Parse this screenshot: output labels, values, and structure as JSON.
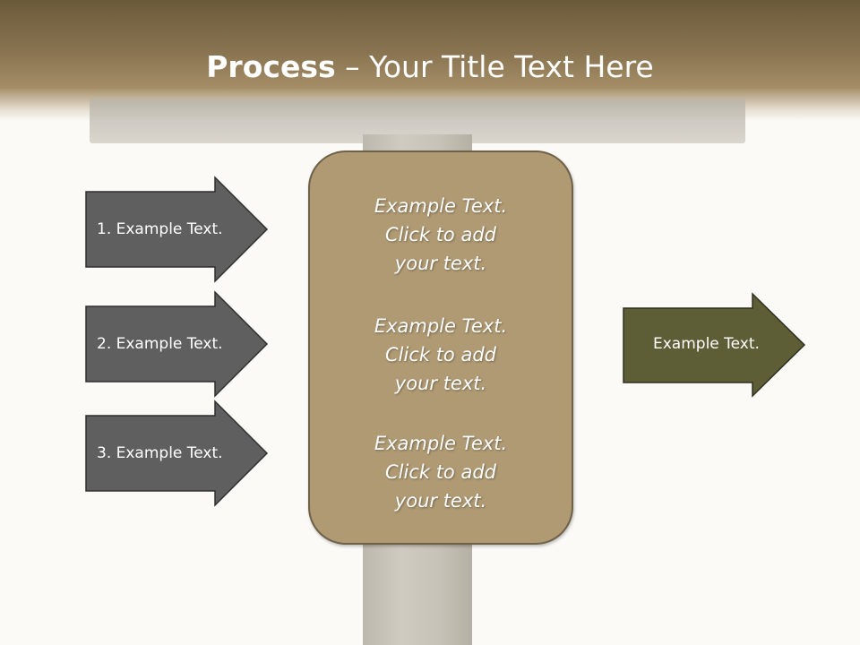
{
  "title": {
    "bold": "Process",
    "rest": " – Your Title Text Here"
  },
  "steps": [
    {
      "label": "1. Example Text."
    },
    {
      "label": "2. Example Text."
    },
    {
      "label": "3. Example Text."
    }
  ],
  "center_blocks": [
    {
      "line1": "Example Text.",
      "line2": "Click  to add",
      "line3": "your text."
    },
    {
      "line1": "Example Text.",
      "line2": "Click  to add",
      "line3": "your text."
    },
    {
      "line1": "Example Text.",
      "line2": "Click  to add",
      "line3": "your text."
    }
  ],
  "output": {
    "label": "Example Text."
  },
  "colors": {
    "step_fill": "#5f5f5f",
    "output_fill": "#5e5e36",
    "center_fill": "#b09a73",
    "header": "#7a6645"
  }
}
